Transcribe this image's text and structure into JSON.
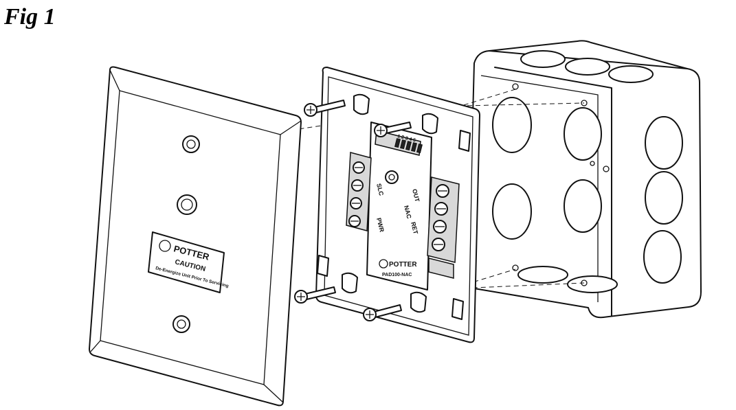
{
  "figure": {
    "title": "Fig 1"
  },
  "cover_plate": {
    "label_logo": "POTTER",
    "label_caution": "CAUTION",
    "label_warning": "De-Energize Unit Prior To Servicing"
  },
  "module": {
    "logo": "POTTER",
    "model": "PAD100-NAC",
    "terminal_labels": {
      "slc": "SLC",
      "pwr": "PWR",
      "out": "OUT",
      "nac": "NAC",
      "ret": "RET",
      "dip": "1 2 3 4 5"
    }
  }
}
